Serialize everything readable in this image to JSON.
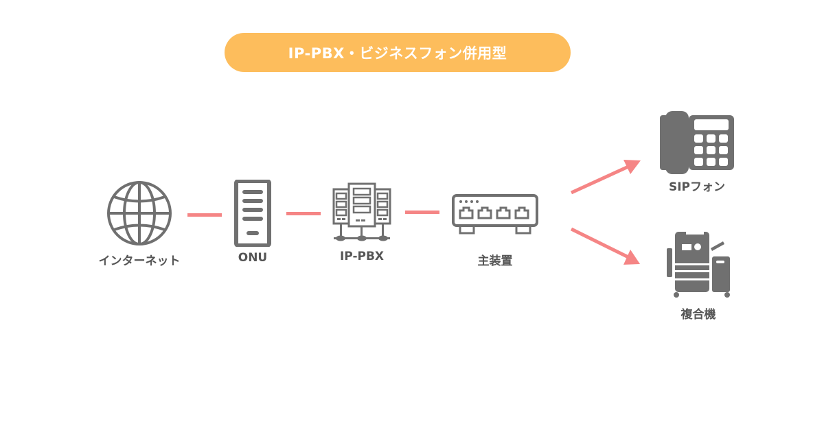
{
  "title": "IP-PBX・ビジネスフォン併用型",
  "colors": {
    "pill": "#fdbd5c",
    "connector": "#f58585",
    "icon": "#707070",
    "label": "#555555"
  },
  "nodes": [
    {
      "id": "internet",
      "label": "インターネット",
      "icon": "globe-icon"
    },
    {
      "id": "onu",
      "label": "ONU",
      "icon": "onu-device-icon"
    },
    {
      "id": "ippbx",
      "label": "IP-PBX",
      "icon": "server-rack-icon"
    },
    {
      "id": "main_unit",
      "label": "主装置",
      "icon": "network-switch-icon"
    },
    {
      "id": "sip_phone",
      "label": "SIPフォン",
      "icon": "desk-phone-icon"
    },
    {
      "id": "mfp",
      "label": "複合機",
      "icon": "multifunction-printer-icon"
    }
  ],
  "connections": [
    {
      "from": "internet",
      "to": "onu",
      "type": "line"
    },
    {
      "from": "onu",
      "to": "ippbx",
      "type": "line"
    },
    {
      "from": "ippbx",
      "to": "main_unit",
      "type": "line"
    },
    {
      "from": "main_unit",
      "to": "sip_phone",
      "type": "arrow"
    },
    {
      "from": "main_unit",
      "to": "mfp",
      "type": "arrow"
    }
  ]
}
